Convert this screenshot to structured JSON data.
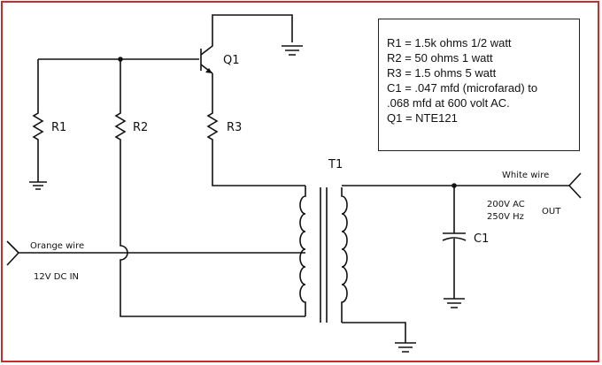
{
  "components": {
    "q1": "Q1",
    "r1": "R1",
    "r2": "R2",
    "r3": "R3",
    "t1": "T1",
    "c1": "C1"
  },
  "wire_labels": {
    "orange_wire": "Orange wire",
    "dc_in": "12V DC IN",
    "white_wire": "White wire",
    "ac_volt": "200V AC",
    "ac_freq": "250V Hz",
    "out": "OUT"
  },
  "parts_list": [
    "R1 = 1.5k ohms 1/2 watt",
    "R2 = 50 ohms 1 watt",
    "R3 = 1.5 ohms 5 watt",
    "C1 = .047 mfd (microfarad) to",
    ".068 mfd at 600 volt AC.",
    "Q1 = NTE121"
  ],
  "colors": {
    "border": "#cc2b2b",
    "wire": "#111111"
  }
}
